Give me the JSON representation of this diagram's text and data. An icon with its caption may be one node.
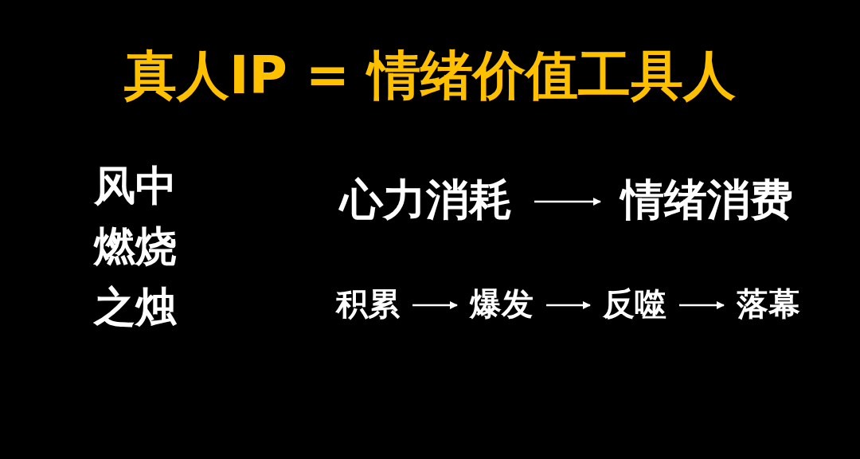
{
  "diagram": {
    "title": "真人IP = 情绪价值工具人",
    "nodes": [
      {
        "text": [
          "心力消耗"
        ]
      },
      {
        "text": [
          "情绪消费"
        ]
      },
      {
        "text": [
          "积累"
        ]
      },
      {
        "text": [
          "爆发"
        ]
      },
      {
        "text": [
          "反噬"
        ]
      },
      {
        "text": [
          "落幕"
        ]
      }
    ],
    "edges": [
      {
        "from": 0,
        "to": 1,
        "arrow": "to"
      },
      {
        "from": 2,
        "to": 3,
        "arrow": "to"
      },
      {
        "from": 3,
        "to": 4,
        "arrow": "to"
      },
      {
        "from": 4,
        "to": 5,
        "arrow": "to"
      }
    ],
    "labels": [
      "风中燃烧之烛"
    ]
  }
}
